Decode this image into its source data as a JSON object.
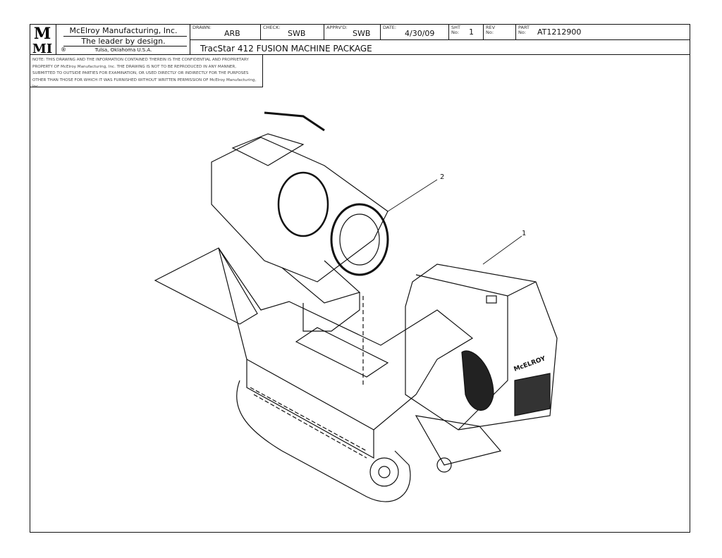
{
  "title_block": {
    "logo_text": "MMI",
    "company": "McElroy Manufacturing, Inc.",
    "slogan": "The leader by design.",
    "location": "Tulsa, Oklahoma U.S.A.",
    "registered_mark": "®",
    "drawn_label": "DRAWN:",
    "drawn": "ARB",
    "check_label": "CHECK:",
    "check": "SWB",
    "approved_label": "APPRV'D:",
    "approved": "SWB",
    "date_label": "DATE:",
    "date": "4/30/09",
    "sheet_label": "SHT No:",
    "sheet": "1",
    "rev_label": "REV No:",
    "rev": "",
    "part_label": "PART No:",
    "part": "AT1212900",
    "drawing_title": "TracStar 412 FUSION MACHINE PACKAGE"
  },
  "note": "NOTE: THIS DRAWING AND THE INFORMATION CONTAINED THEREIN IS THE CONFIDENTIAL AND PROPRIETARY PROPERTY OF McElroy Manufacturing, Inc. THE DRAWING IS NOT TO BE REPRODUCED IN ANY MANNER, SUBMITTED TO OUTSIDE PARTIES FOR EXAMINATION, OR USED DIRECTLY OR INDIRECTLY FOR THE PURPOSES OTHER THAN THOSE FOR WHICH IT WAS FURNISHED WITHOUT WRITTEN PERMISSION OF McElroy Manufacturing, Inc.",
  "callouts": [
    {
      "label": "1"
    },
    {
      "label": "2"
    }
  ],
  "machine_brand": "McELROY"
}
